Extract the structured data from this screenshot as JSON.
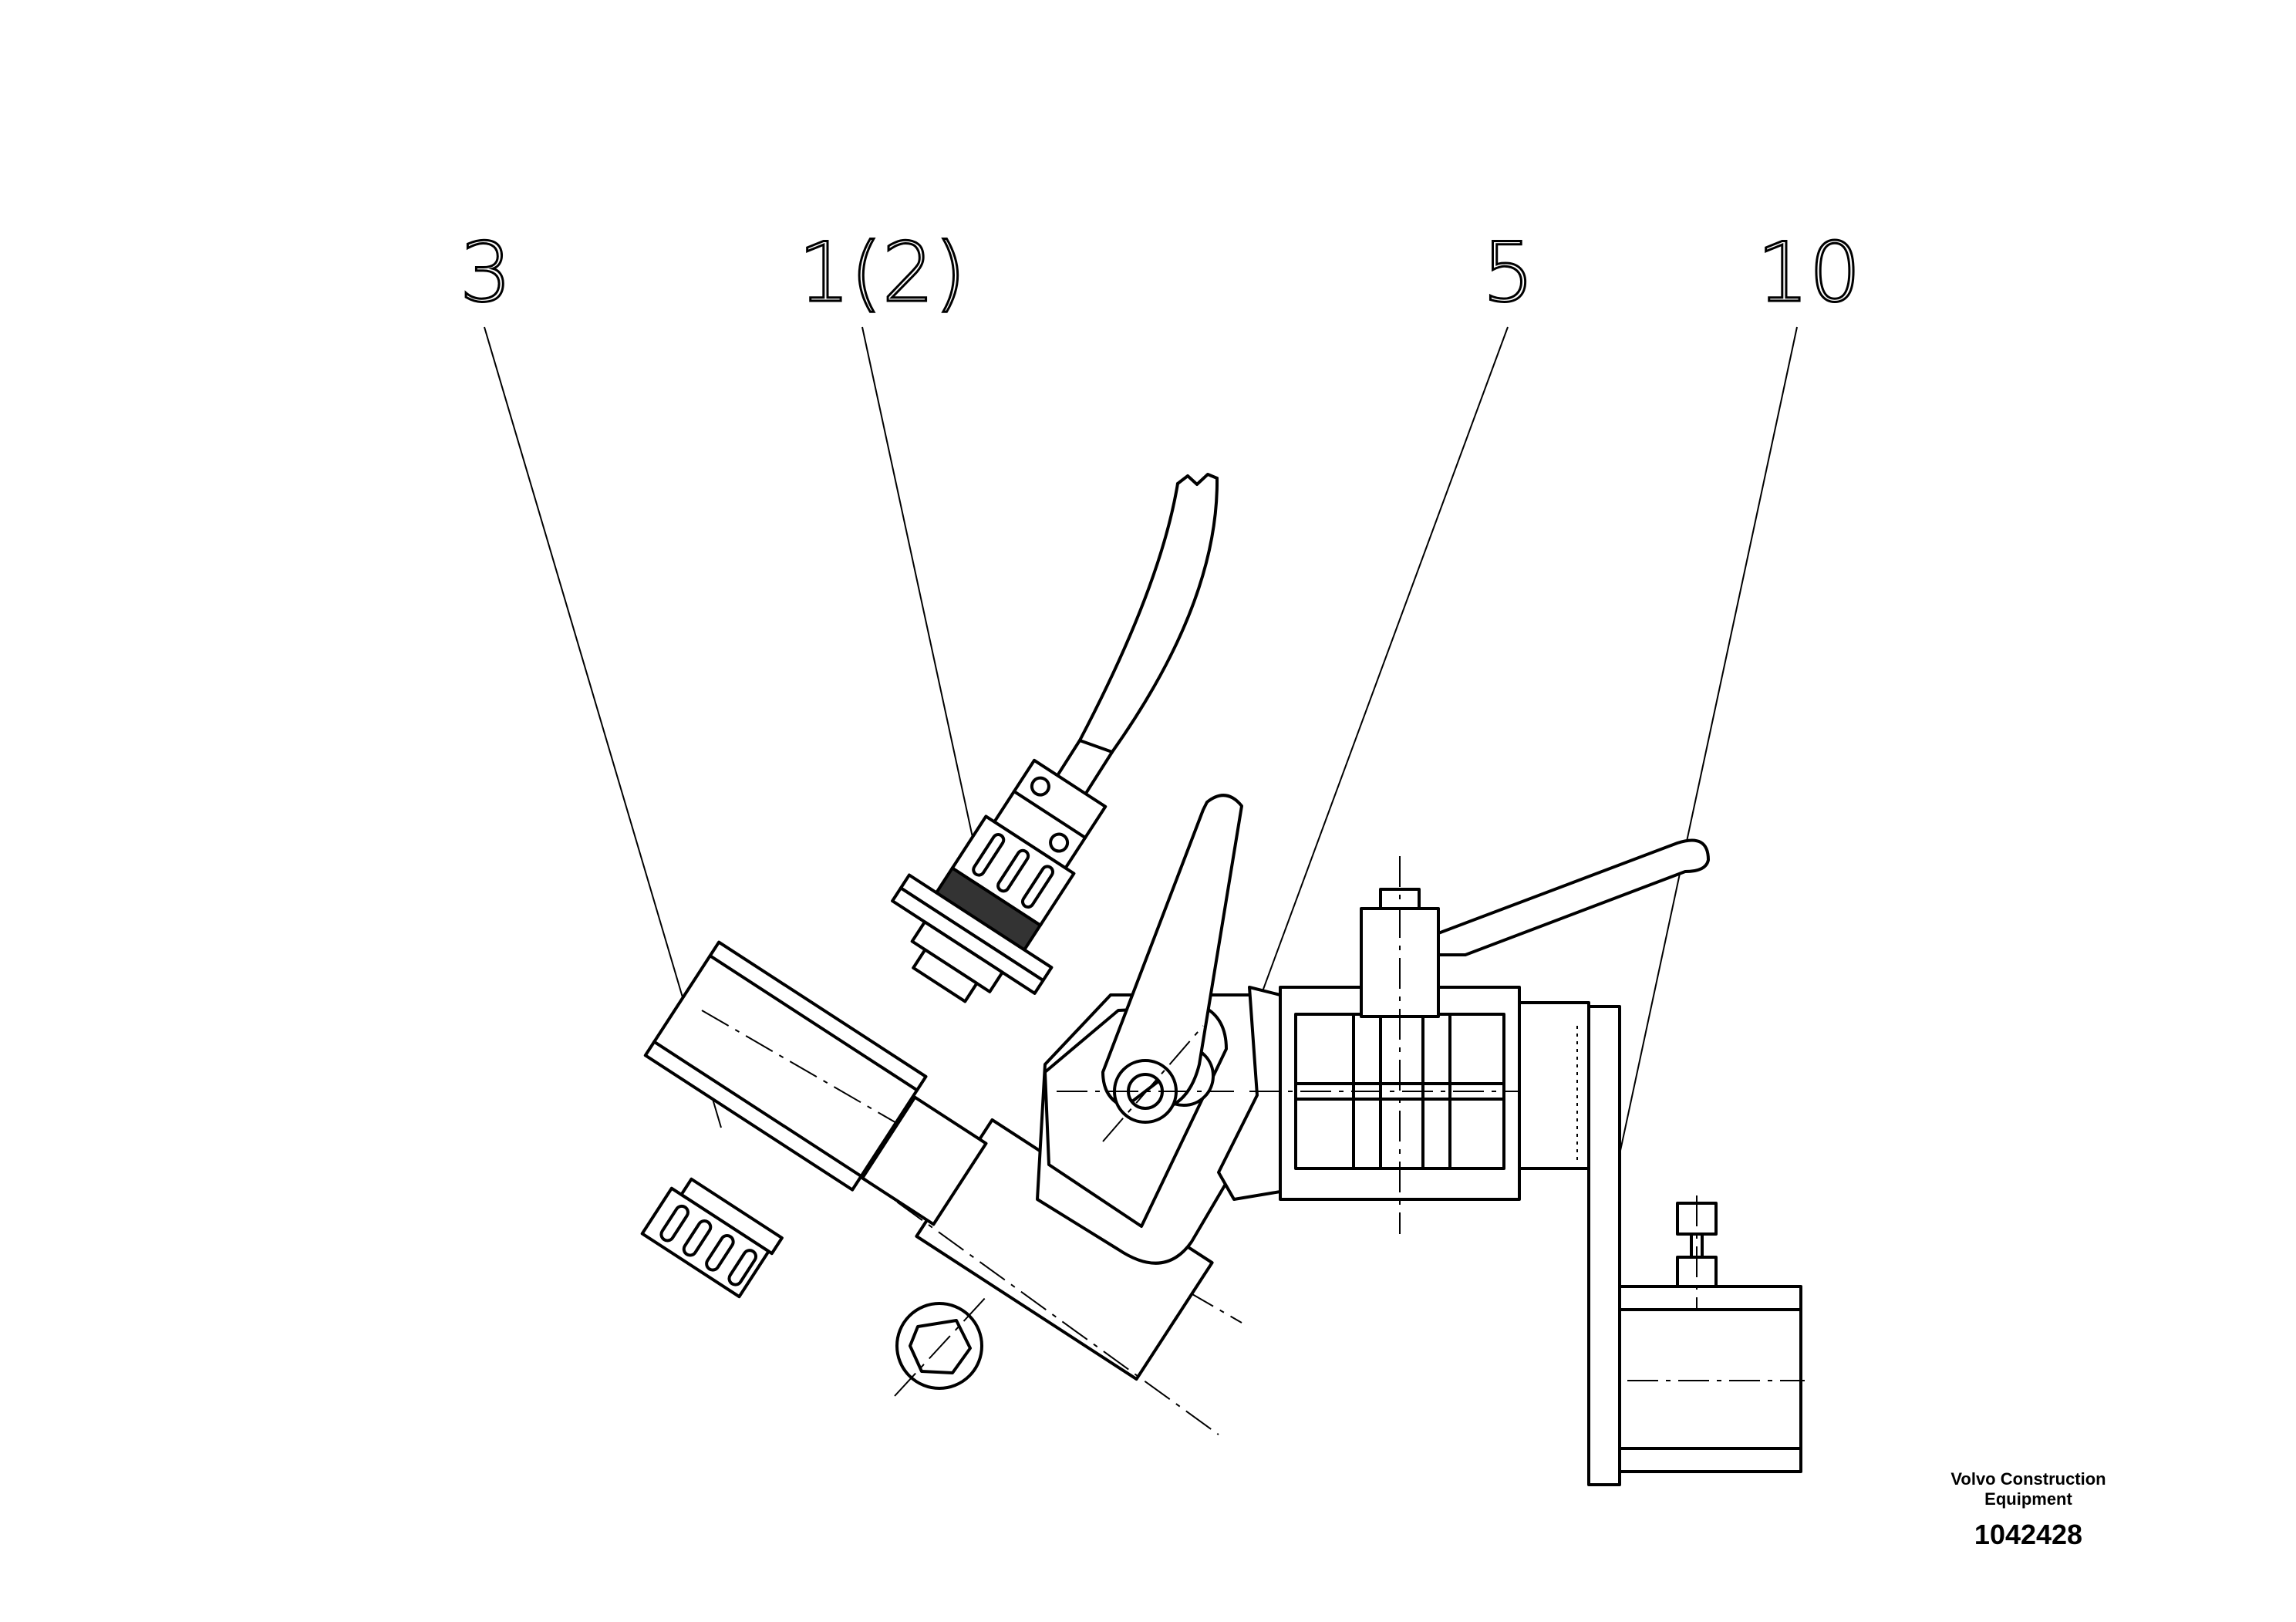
{
  "callouts": [
    {
      "id": "part-3",
      "label": "3"
    },
    {
      "id": "part-1",
      "label": "1(2)"
    },
    {
      "id": "part-5",
      "label": "5"
    },
    {
      "id": "part-10",
      "label": "10"
    }
  ],
  "caption": {
    "brand_line1": "Volvo Construction",
    "brand_line2": "Equipment",
    "drawing_number": "1042428"
  }
}
